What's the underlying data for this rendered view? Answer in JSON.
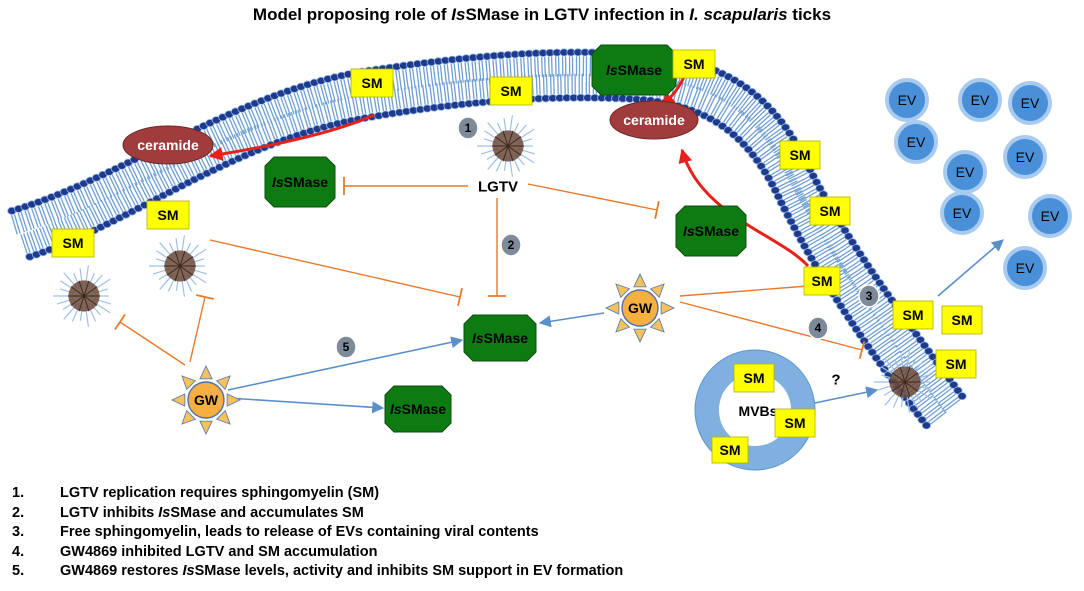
{
  "title": {
    "pre": "Model proposing role of ",
    "enzyme_prefix": "Is",
    "mid": "SMase in LGTV infection in ",
    "species": "I. scapularis",
    "post": " ticks"
  },
  "labels": {
    "sm": "SM",
    "ceramide": "ceramide",
    "smase_prefix": "Is",
    "smase_suffix": "SMase",
    "lgtv": "LGTV",
    "gw": "GW",
    "ev": "EV",
    "mvbs": "MVBs",
    "question": "?"
  },
  "step_markers": [
    "1",
    "2",
    "3",
    "4",
    "5"
  ],
  "legend": [
    {
      "num": "1.",
      "parts": [
        {
          "t": "LGTV replication requires sphingomyelin (SM)"
        }
      ]
    },
    {
      "num": "2.",
      "parts": [
        {
          "t": "LGTV inhibits "
        },
        {
          "t": "Is",
          "i": true
        },
        {
          "t": "SMase and accumulates SM"
        }
      ]
    },
    {
      "num": "3.",
      "parts": [
        {
          "t": "Free sphingomyelin, leads to release of EVs containing viral contents"
        }
      ]
    },
    {
      "num": "4.",
      "parts": [
        {
          "t": "GW4869 inhibited LGTV and SM accumulation"
        }
      ]
    },
    {
      "num": "5.",
      "parts": [
        {
          "t": "GW4869 restores "
        },
        {
          "t": "Is",
          "i": true
        },
        {
          "t": "SMase levels, activity and inhibits SM support in EV formation"
        }
      ]
    }
  ],
  "colors": {
    "membrane_head": "#1f3a8c",
    "membrane_tail": "#6f9fd4",
    "smase_fill": "#0e7a12",
    "sm_fill": "#ffff00",
    "ceramide_fill": "#a03c3c",
    "inhibition": "#e8782a",
    "activation": "#5b8fc9",
    "conversion": "#e8201a",
    "ev_fill": "#4a90d9",
    "gw_fill": "#f5b041",
    "virus": "#6b4a3a",
    "marker_fill": "#7d8a99"
  }
}
